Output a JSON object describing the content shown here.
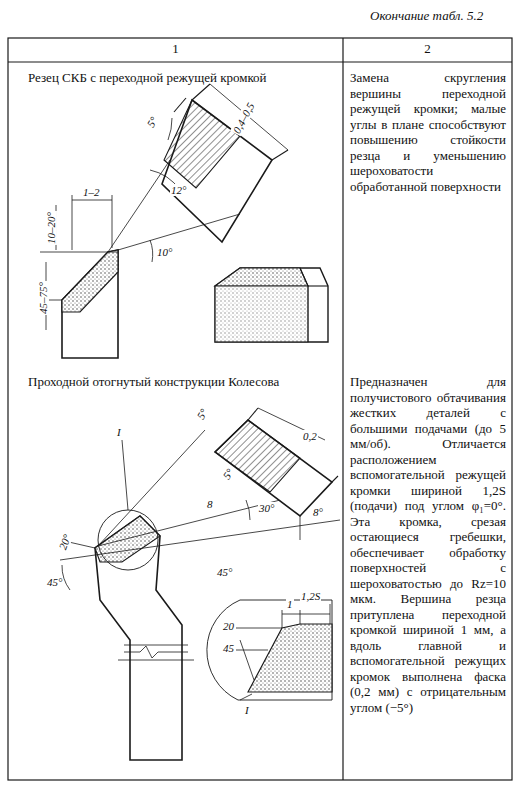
{
  "diagram": {
    "title": "Окончание табл. 5.2",
    "nodes": [
      {
        "text": [
          "1"
        ]
      },
      {
        "text": [
          "2"
        ]
      },
      {
        "text": [
          "Резец СКБ с переходной режущей кромкой"
        ]
      },
      {
        "text": [
          "Замена скругления вершины переходной режущей кромки; малые углы в плане способствуют повышению стойкости резца и уменьшению шероховатости обработанной поверхности"
        ]
      },
      {
        "text": [
          "Проходной отогнутый конструкции Колесова"
        ]
      },
      {
        "text": [
          "Предназначен для получистового обтачивания жестких деталей с большими подачами (до 5 мм/об). Отличается расположением вспомогательной режущей кромки шириной 1,2S (подачи) под углом φ₁=0°. Эта кромка, срезая остающиеся гребешки, обеспечивает обработку поверхностей с шероховатостью до Rz=10 мкм. Вершина резца притуплена переходной кромкой шириной 1 мм, а вдоль главной и вспомогательной режущих кромок выполнена фаска (0,2 мм) с отрицательным углом (−5°)"
        ]
      }
    ],
    "labels": [
      "5°",
      "0,4–0,5",
      "12°",
      "1–2",
      "10–20°",
      "10°",
      "45–75°",
      "I",
      "5°",
      "0,2",
      "5°",
      "8",
      "30°",
      "8°",
      "20°",
      "45°",
      "45°",
      "1",
      "1,2S",
      "20",
      "45",
      "I"
    ]
  }
}
